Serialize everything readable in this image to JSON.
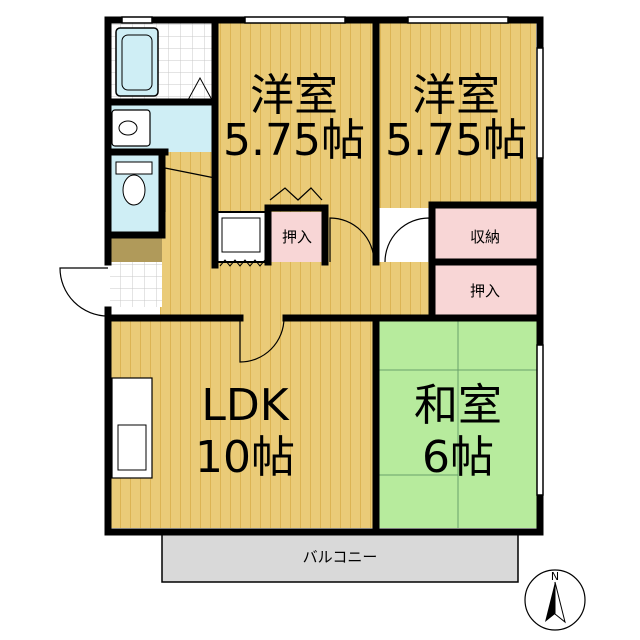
{
  "rooms": {
    "western_1": {
      "name": "洋室",
      "size": "5.75帖"
    },
    "western_2": {
      "name": "洋室",
      "size": "5.75帖"
    },
    "ldk": {
      "name": "LDK",
      "size": "10帖"
    },
    "japanese": {
      "name": "和室",
      "size": "6帖"
    },
    "oshiire_1": "押入",
    "oshiire_2": "押入",
    "storage": "収納",
    "balcony": "バルコニー"
  },
  "compass": {
    "north_label": "N"
  },
  "colors": {
    "flooring": "#e9c56a",
    "flooring_line": "#d7ab45",
    "tatami": "#b7eb9d",
    "closet": "#f8d6d6",
    "water": "#cfeef5",
    "entrance": "#b09a5a",
    "balcony": "#d9d9d9",
    "wall": "#000000"
  }
}
